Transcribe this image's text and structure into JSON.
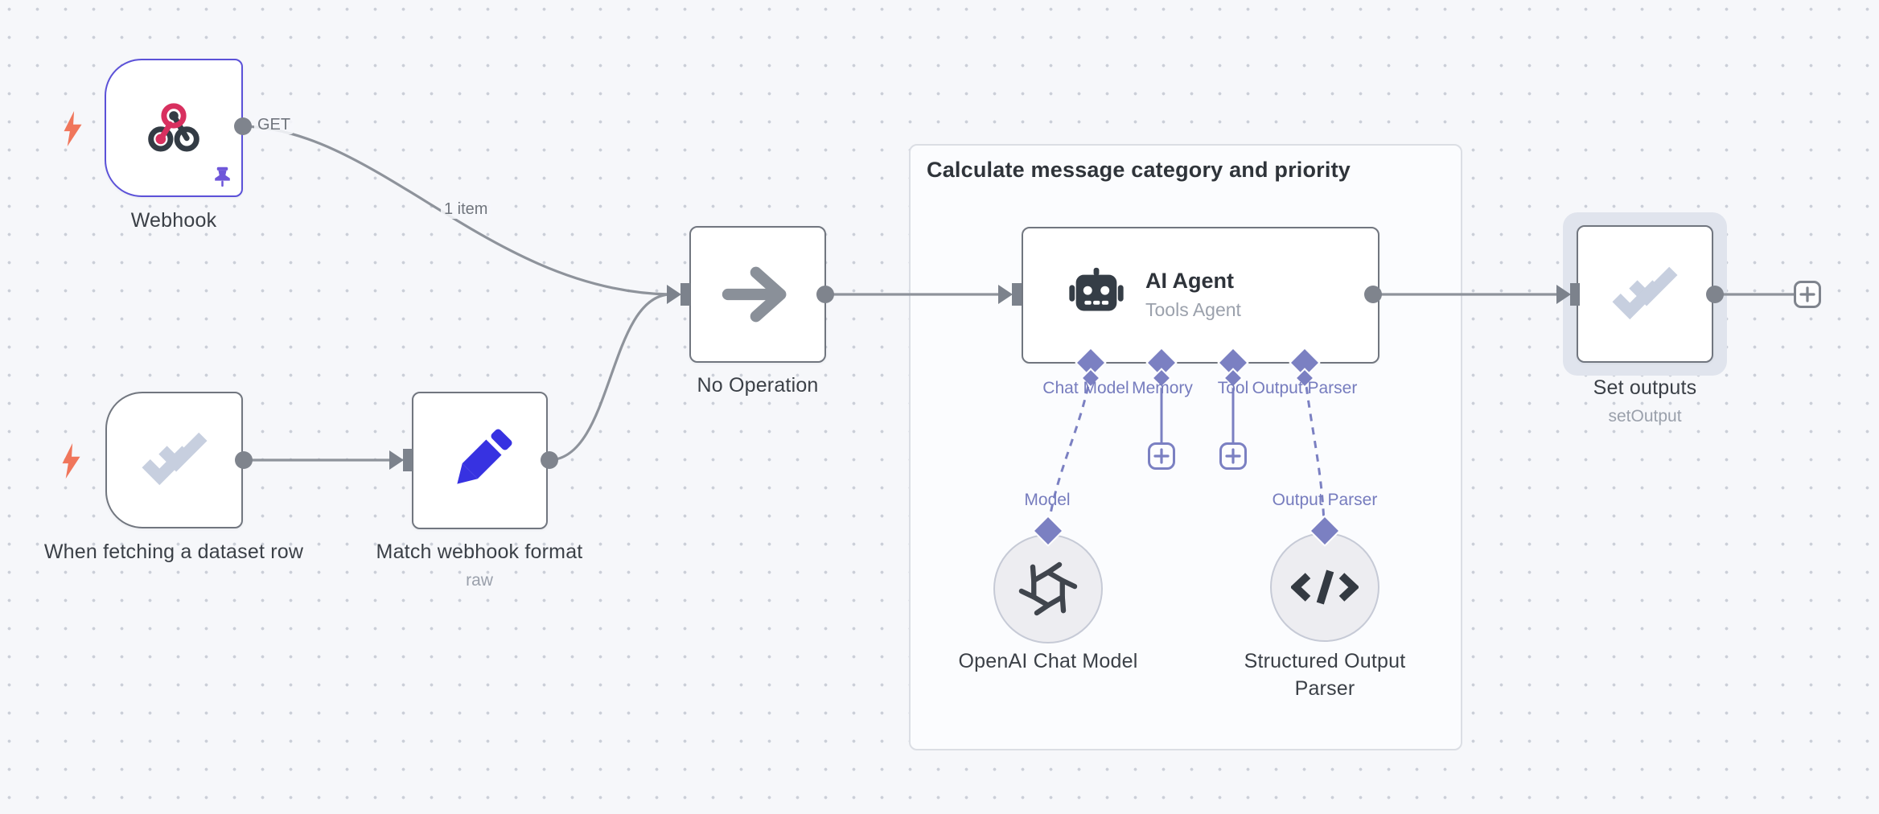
{
  "group": {
    "title": "Calculate message category and priority"
  },
  "nodes": {
    "webhook": {
      "label": "Webhook",
      "port": "GET"
    },
    "dataset": {
      "label": "When fetching a dataset row"
    },
    "match": {
      "label": "Match webhook format",
      "subtitle": "raw"
    },
    "noop": {
      "label": "No Operation"
    },
    "agent": {
      "title": "AI Agent",
      "subtitle": "Tools Agent",
      "ports": [
        "Chat Model",
        "Memory",
        "Tool",
        "Output Parser"
      ]
    },
    "openai": {
      "label": "OpenAI Chat Model",
      "port": "Model"
    },
    "parser": {
      "label": "Structured Output Parser",
      "port": "Output Parser"
    },
    "setout": {
      "label": "Set outputs",
      "subtitle": "setOutput"
    }
  },
  "connections": {
    "webhook_to_noop": "1 item"
  },
  "icons": {
    "webhook": "webhook-icon",
    "trigger": "lightning-bolt-icon",
    "pinned": "pushpin-icon",
    "dataset": "double-check-icon",
    "edit": "pencil-icon",
    "noop": "arrow-right-icon",
    "agent": "robot-icon",
    "openai": "openai-logo-icon",
    "parser": "code-brackets-icon",
    "add": "plus-icon"
  },
  "colors": {
    "canvas": "#f6f7fa",
    "frame_bg": "#fbfcfe",
    "node_border": "#71767f",
    "wire": "#8e939b",
    "accent_purple": "#7b80c2",
    "webhook_border": "#5b51d8",
    "bolt_orange": "#f0765b",
    "webhook_pink": "#d8305f",
    "icon_dark": "#353d46",
    "check_gray": "#c7cfdf",
    "pencil_blue": "#3732e1",
    "halo": "#e0e4ed"
  }
}
